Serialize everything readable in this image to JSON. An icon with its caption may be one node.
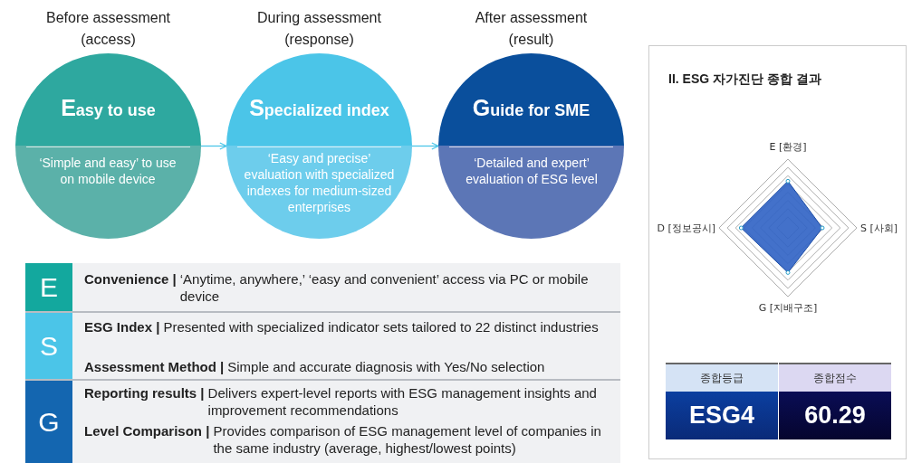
{
  "diagram": {
    "nodes": [
      {
        "text": [
          "Easy to use",
          "‘Simple and easy’ to use on mobile device"
        ],
        "beside": [
          "Before assessment (access)"
        ]
      },
      {
        "text": [
          "Specialized index",
          "‘Easy and precise’ evaluation with specialized indexes for medium-sized enterprises"
        ],
        "beside": [
          "During assessment (response)"
        ]
      },
      {
        "text": [
          "Guide for SME",
          "‘Detailed and expert’ evaluation of ESG level"
        ],
        "beside": [
          "After assessment (result)"
        ]
      }
    ],
    "edges": [
      {
        "from": 0,
        "to": 1,
        "arrow": "to"
      },
      {
        "from": 1,
        "to": 2,
        "arrow": "to"
      }
    ],
    "labels": [
      "E",
      "Convenience |",
      "‘Anytime, anywhere,’ ‘easy and convenient’ access via PC or mobile device",
      "S",
      "ESG Index |",
      "Presented with specialized indicator sets tailored to 22 distinct industries",
      "Assessment Method |",
      "Simple and accurate diagnosis with Yes/No selection",
      "G",
      "Reporting results |",
      "Delivers expert-level reports with ESG management insights and improvement recommendations",
      "Level Comparison |",
      "Provides comparison of ESG management level of companies in the same industry (average, highest/lowest points)",
      "II. ESG 자가진단 종합 결과",
      "E [환경]",
      "D [정보공시]",
      "S [사회]",
      "G [지배구조]",
      "종합등급",
      "종합점수",
      "ESG4",
      "60.29"
    ]
  }
}
